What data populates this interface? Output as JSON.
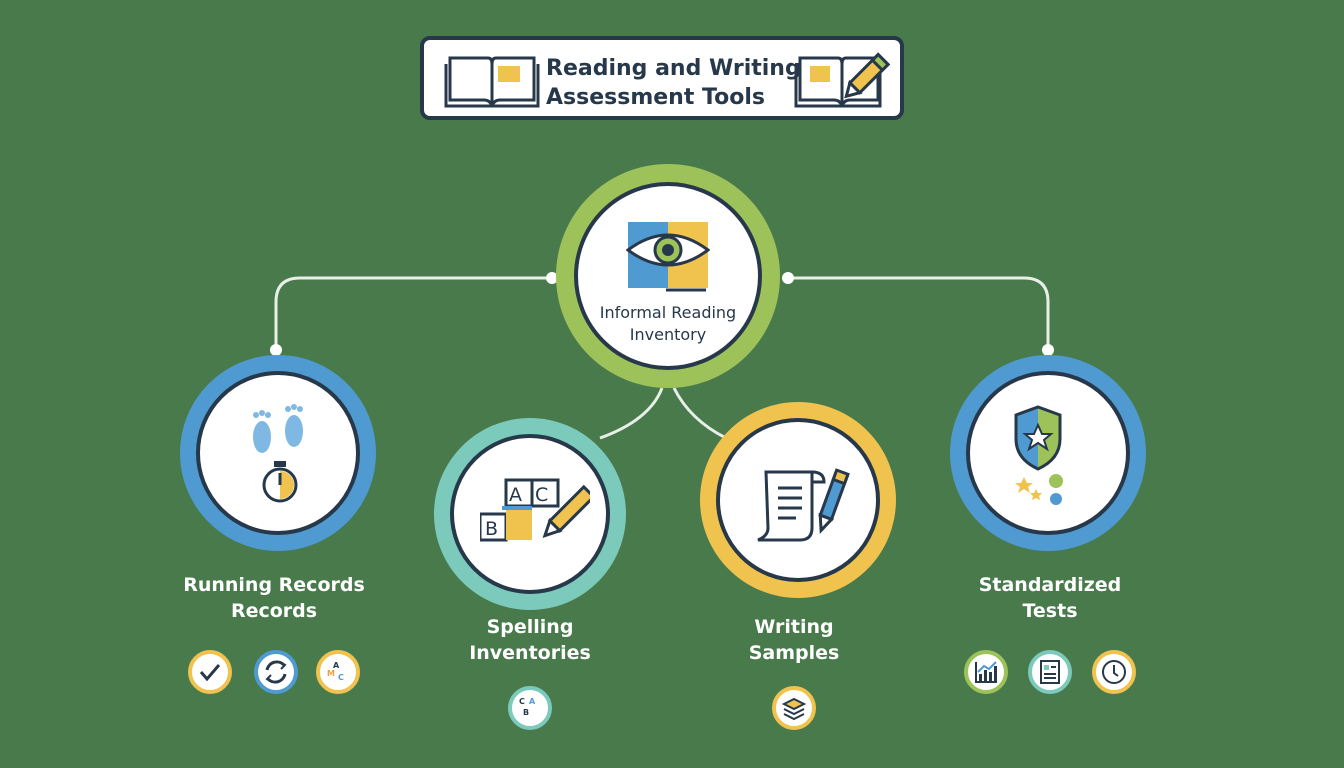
{
  "title": {
    "line1": "Reading and Writing",
    "line2": "Assessment Tools"
  },
  "center": {
    "line1": "Informal Reading",
    "line2": "Inventory",
    "ring_color": "#9ec25a"
  },
  "nodes": {
    "running_records": {
      "line1": "Running Records",
      "line2": "Records",
      "ring_color": "#4f9ad0"
    },
    "spelling": {
      "line1": "Spelling",
      "line2": "Inventories",
      "ring_color": "#7ccabb"
    },
    "writing": {
      "line1": "Writing",
      "line2": "Samples",
      "ring_color": "#f0c24e"
    },
    "standardized": {
      "line1": "Standardized",
      "line2": "Tests",
      "ring_color": "#4f9ad0"
    }
  },
  "spelling_blocks": {
    "a": "A",
    "b": "B",
    "c": "C"
  },
  "badge_letters": {
    "abc_a": "A",
    "abc_m": "M",
    "abc_c": "C",
    "cab_c": "C",
    "cab_a": "A",
    "cab_b": "B"
  },
  "colors": {
    "background": "#487a4c",
    "navy": "#27384a",
    "blue": "#4f9ad0",
    "green": "#9ec25a",
    "teal": "#7ccabb",
    "yellow": "#f0c24e",
    "connector": "#e8efe6"
  },
  "icons": {
    "title_left": "open-book-icon",
    "title_right": "book-pencil-icon",
    "center": "eye-book-icon",
    "running_records": "footprints-stopwatch-icon",
    "spelling": "abc-blocks-pencil-icon",
    "writing": "scroll-pen-icon",
    "standardized": "shield-star-icon"
  }
}
